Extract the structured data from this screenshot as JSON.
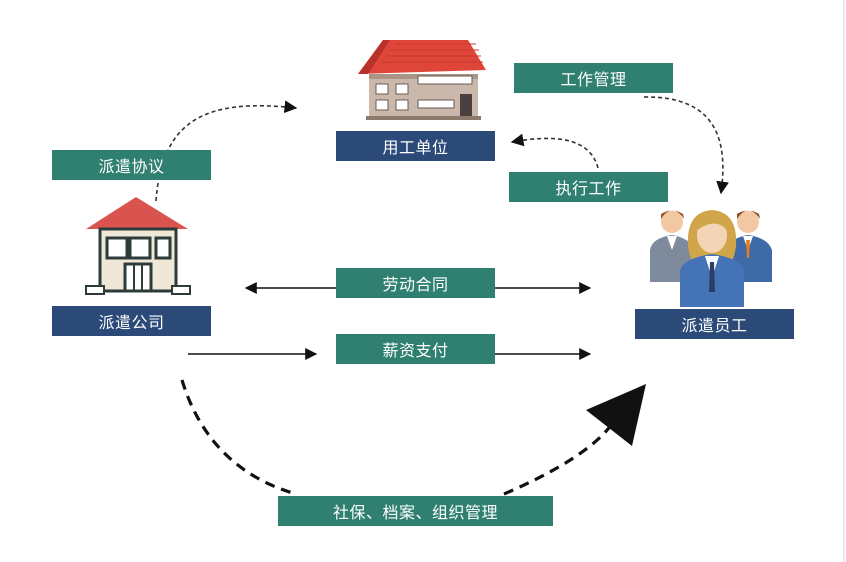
{
  "nodes": {
    "employer": "用工单位",
    "agency": "派遣公司",
    "employees": "派遣员工"
  },
  "relations": {
    "dispatch_agreement": "派遣协议",
    "work_management": "工作管理",
    "perform_work": "执行工作",
    "labor_contract": "劳动合同",
    "salary_payment": "薪资支付",
    "social_management": "社保、档案、组织管理"
  },
  "colors": {
    "label_green": "#2f8070",
    "label_navy": "#2b4a78",
    "arrow": "#111111",
    "roof_red": "#e0453a",
    "building_wall": "#c9b8ab"
  },
  "icons": [
    "office-building-icon",
    "house-icon",
    "employees-group-icon"
  ]
}
